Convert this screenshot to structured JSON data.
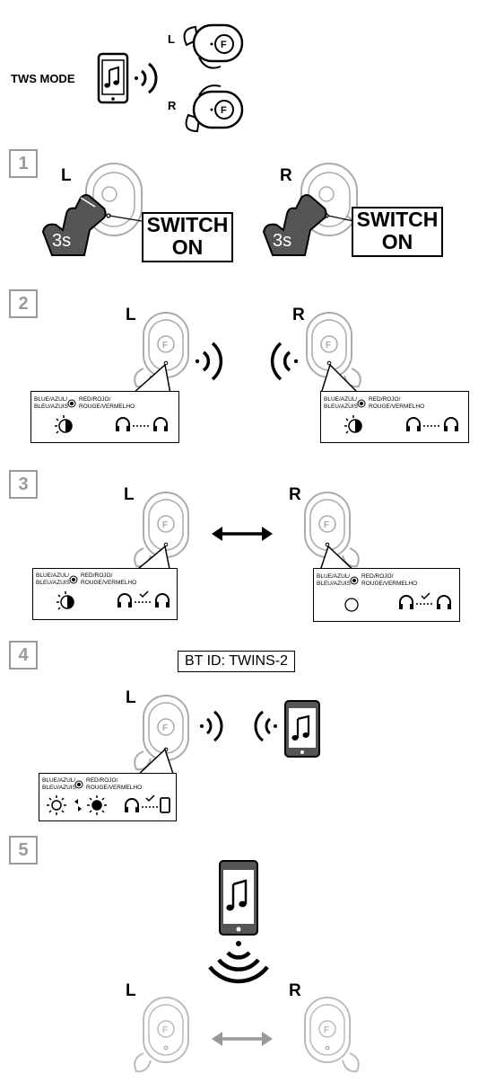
{
  "header": {
    "mode_label": "TWS MODE",
    "left": "L",
    "right": "R"
  },
  "steps": [
    {
      "number": "1",
      "left": "L",
      "right": "R",
      "hold_time": "3s",
      "switch_label_line1": "SWITCH",
      "switch_label_line2": "ON"
    },
    {
      "number": "2",
      "left": "L",
      "right": "R"
    },
    {
      "number": "3",
      "left": "L",
      "right": "R"
    },
    {
      "number": "4",
      "left": "L",
      "bt_id": "BT ID: TWINS-2"
    },
    {
      "number": "5",
      "left": "L",
      "right": "R"
    }
  ],
  "led_labels": {
    "blue_line1": "BLUE/AZUL/",
    "blue_line2": "BLEU/AZUIS",
    "red_line1": "RED/ROJO/",
    "red_line2": "ROUGE/VERMELHO"
  },
  "icons": [
    "phone-icon",
    "music-note-icon",
    "sound-wave-icon",
    "earbud-icon",
    "hand-press-icon",
    "led-blink-icon",
    "headphones-icon",
    "check-icon",
    "double-arrow-icon"
  ]
}
